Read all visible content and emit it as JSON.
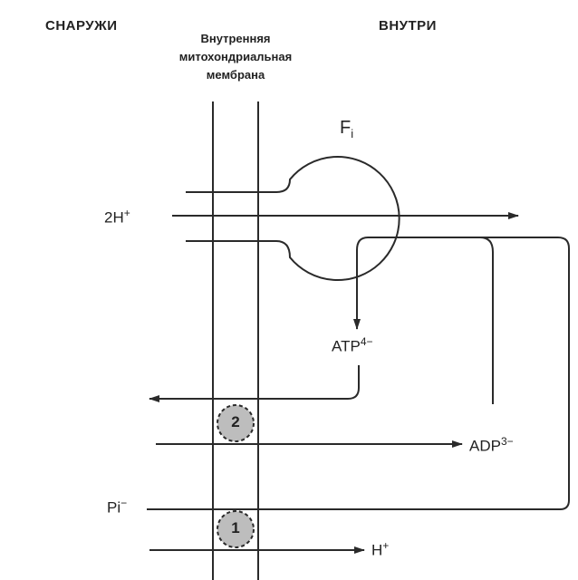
{
  "labels": {
    "outside": "СНАРУЖИ",
    "inside": "ВНУТРИ",
    "membrane_line1": "Внутренняя",
    "membrane_line2": "митохондриальная",
    "membrane_line3": "мембрана",
    "fi_main": "F",
    "fi_sub": "i",
    "h2_main": "2H",
    "h2_sup": "+",
    "atp_main": "ATP",
    "atp_sup": "4−",
    "adp_main": "ADP",
    "adp_sup": "3−",
    "pi_main": "Pi",
    "pi_sup": "−",
    "h_main": "H",
    "h_sup": "+"
  },
  "transporters": [
    {
      "number": "2"
    },
    {
      "number": "1"
    }
  ],
  "colors": {
    "line": "#2a2a2a",
    "transporter_fill": "#bdbdbd",
    "background": "#ffffff"
  }
}
